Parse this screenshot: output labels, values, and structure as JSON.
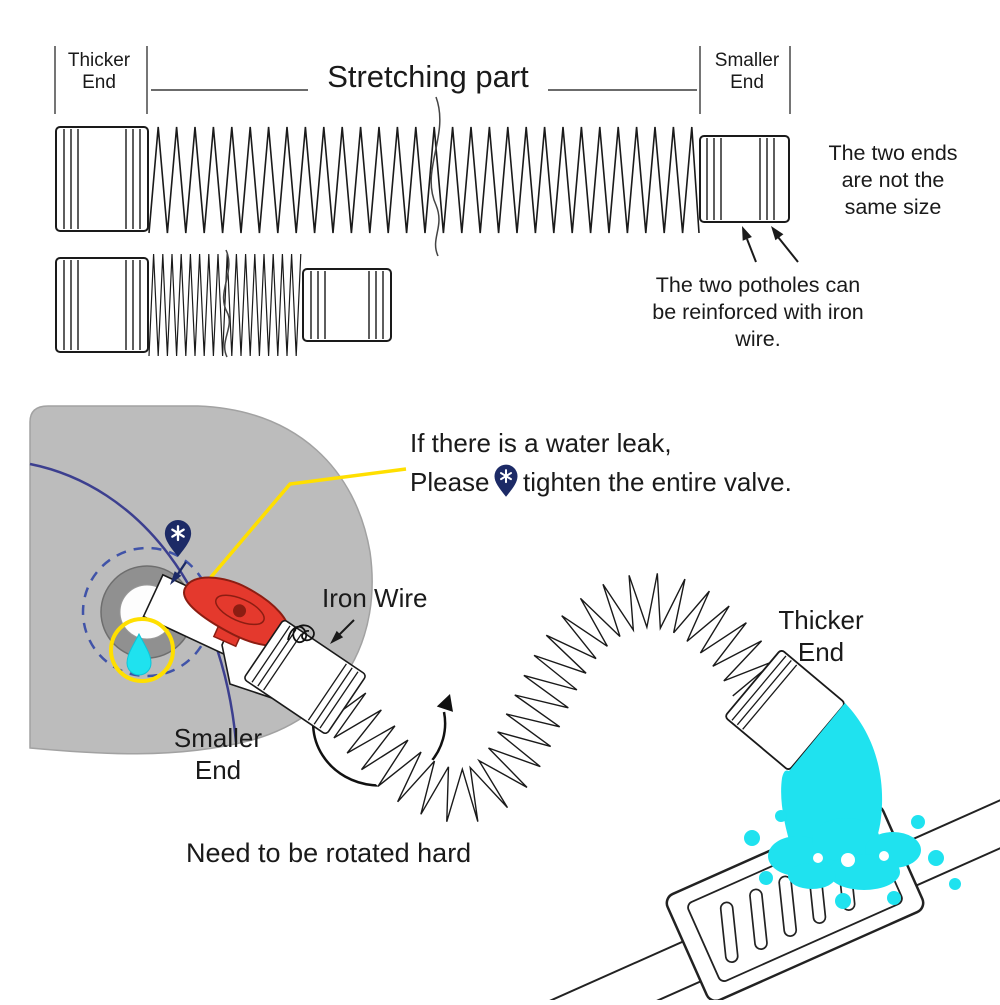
{
  "title": "Stretching part",
  "top_diagram": {
    "thicker_end": {
      "line1": "Thicker",
      "line2": "End"
    },
    "smaller_end": {
      "line1": "Smaller",
      "line2": "End"
    },
    "ends_note": {
      "line1": "The two ends",
      "line2": "are not the",
      "line3": "same size"
    },
    "potholes_note": {
      "line1": "The two potholes can",
      "line2": "be reinforced with iron",
      "line3": "wire."
    }
  },
  "bottom_diagram": {
    "leak_note": {
      "line1": "If there is a water leak,",
      "line2_before_pin": "Please",
      "line2_after_pin": "tighten the entire valve."
    },
    "iron_wire": "Iron Wire",
    "smaller_end": {
      "line1": "Smaller",
      "line2": "End"
    },
    "thicker_end": {
      "line1": "Thicker",
      "line2": "End"
    },
    "rotate_note": "Need to be rotated hard"
  },
  "icons": {
    "leak_marker": "location-pin-icon"
  },
  "colors": {
    "water": "#1FE2EF",
    "valve_red": "#E4392D",
    "highlight_yellow": "#FFDF00",
    "machine_gray": "#BCBCBC",
    "pin_navy": "#1C2A66",
    "ink": "#1A1A1A"
  }
}
